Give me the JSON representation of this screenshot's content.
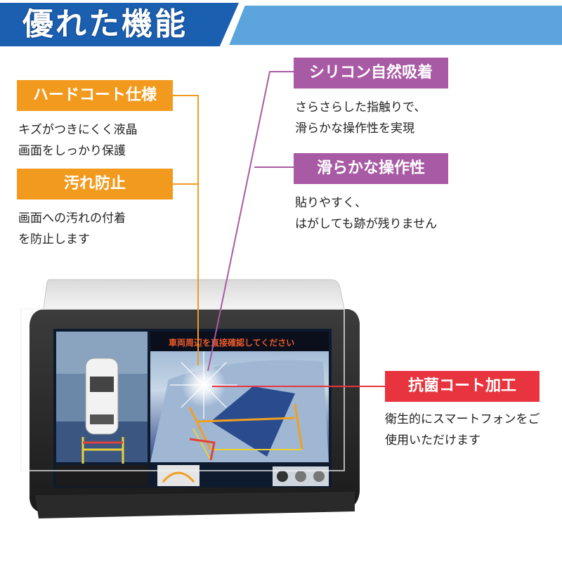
{
  "header": {
    "title": "優れた機能"
  },
  "features": {
    "hard_coat": {
      "label": "ハードコート仕様",
      "lines": [
        "キズがつきにくく液晶",
        "画面をしっかり保護"
      ]
    },
    "anti_stain": {
      "label": "汚れ防止",
      "lines": [
        "画面への汚れの付着",
        "を防止します"
      ]
    },
    "silicone": {
      "label": "シリコン自然吸着",
      "lines": [
        "さらさらした指触りで、",
        "滑らかな操作性を実現"
      ]
    },
    "smooth": {
      "label": "滑らかな操作性",
      "lines": [
        "貼りやすく、",
        "はがしても跡が残りません"
      ]
    },
    "antibacterial": {
      "label": "抗菌コート加工",
      "lines": [
        "衛生的にスマートフォンをご",
        "使用いただけます"
      ]
    }
  },
  "screen": {
    "warning_text": "車両周辺を直接確認してください"
  },
  "colors": {
    "orange": "#f29a1e",
    "purple": "#a95aa4",
    "red": "#e8343f",
    "header_blue": "#1a5fb0",
    "banner_blue": "#5ba4dc"
  }
}
